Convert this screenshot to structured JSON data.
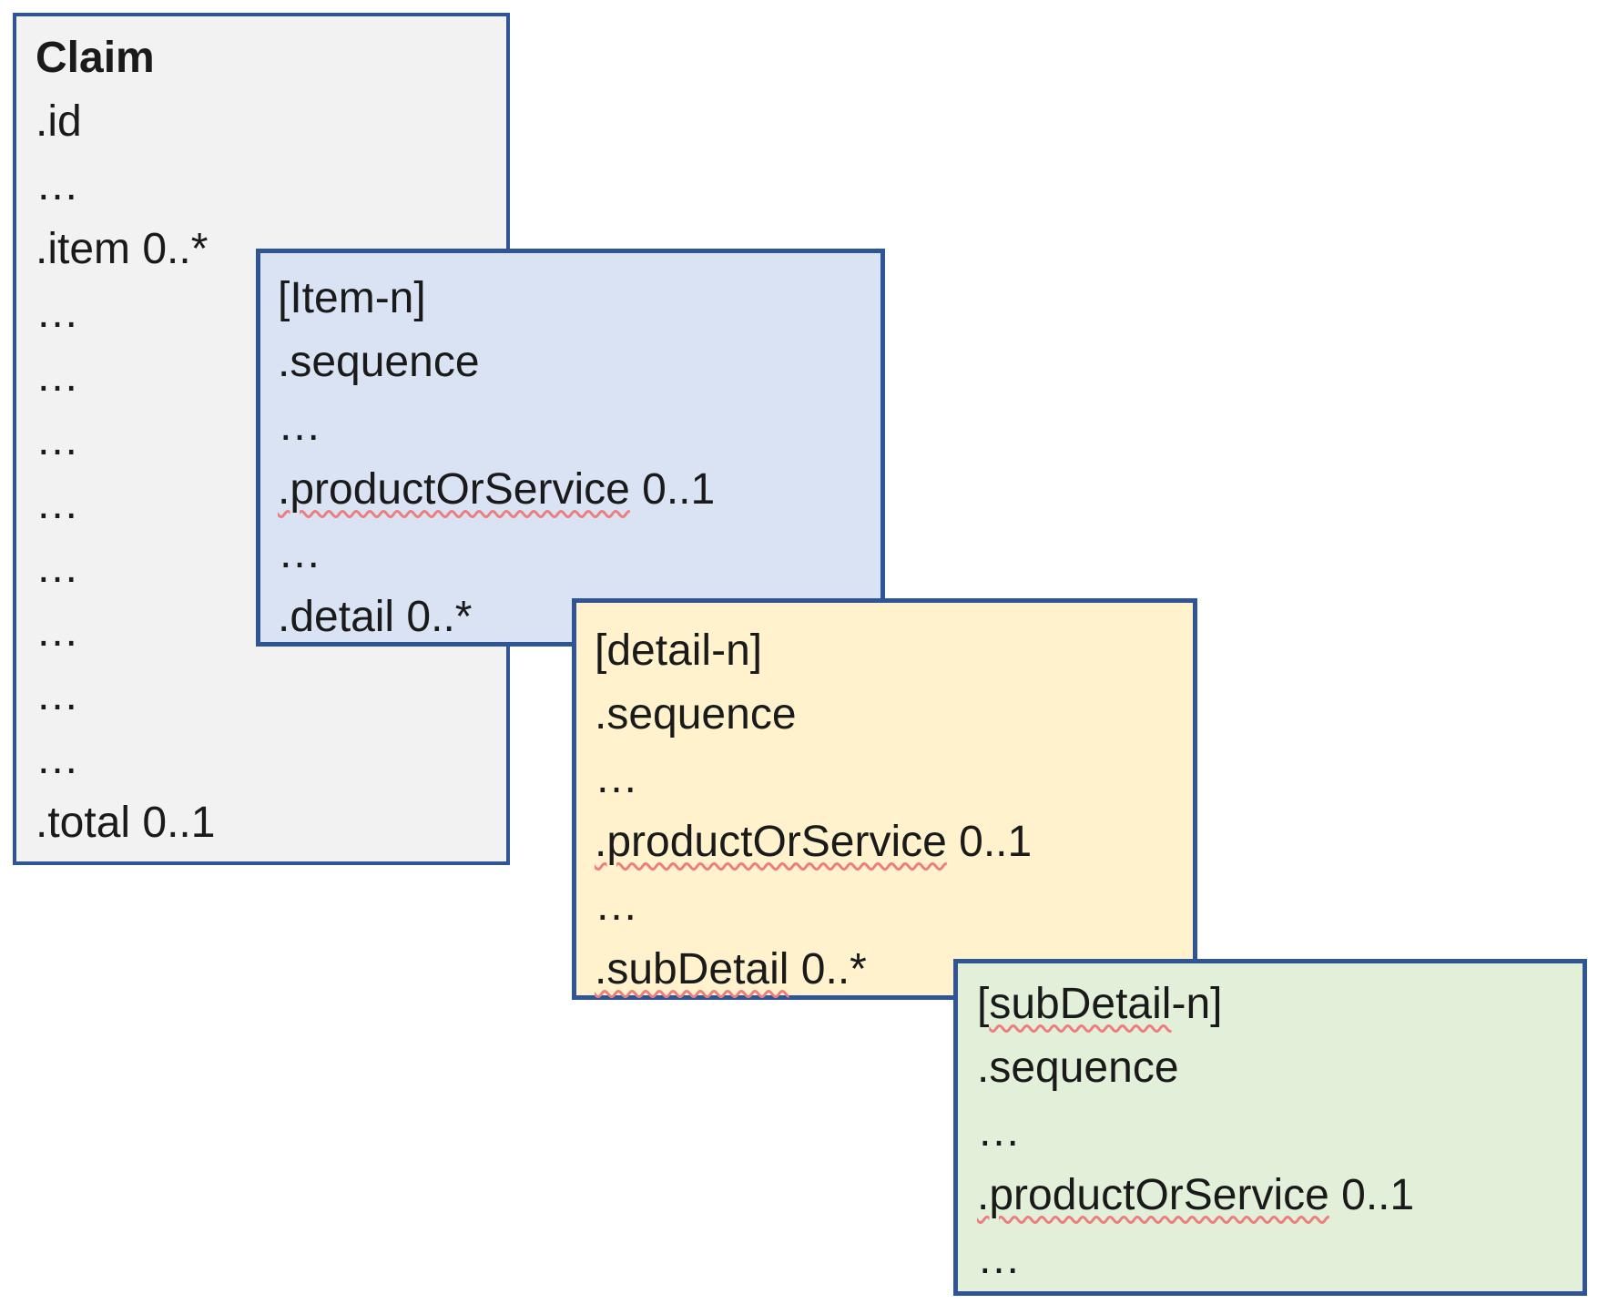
{
  "colors": {
    "background": "#ffffff",
    "border": "#2f5597",
    "text": "#1a1a1a",
    "squiggle": "#ee7d7d",
    "claim_fill": "#f2f2f2",
    "item_fill": "#dae3f3",
    "detail_fill": "#fff2cc",
    "subdetail_fill": "#e2efd9"
  },
  "boxes": [
    {
      "id": "claim",
      "fill_key": "claim_fill",
      "title": {
        "bold": true,
        "segments": [
          {
            "t": "Claim",
            "sq": false
          }
        ]
      },
      "lines": [
        {
          "segments": [
            {
              "t": ".id",
              "sq": false
            }
          ]
        },
        {
          "segments": [
            {
              "t": "…",
              "sq": false
            }
          ]
        },
        {
          "segments": [
            {
              "t": ".item 0..*",
              "sq": false
            }
          ]
        },
        {
          "segments": [
            {
              "t": "…",
              "sq": false
            }
          ]
        },
        {
          "segments": [
            {
              "t": "…",
              "sq": false
            }
          ]
        },
        {
          "segments": [
            {
              "t": "…",
              "sq": false
            }
          ]
        },
        {
          "segments": [
            {
              "t": "…",
              "sq": false
            }
          ]
        },
        {
          "segments": [
            {
              "t": "…",
              "sq": false
            }
          ]
        },
        {
          "segments": [
            {
              "t": "…",
              "sq": false
            }
          ]
        },
        {
          "segments": [
            {
              "t": "…",
              "sq": false
            }
          ]
        },
        {
          "segments": [
            {
              "t": "…",
              "sq": false
            }
          ]
        },
        {
          "segments": [
            {
              "t": ".total 0..1",
              "sq": false
            }
          ]
        }
      ]
    },
    {
      "id": "item",
      "fill_key": "item_fill",
      "title": {
        "bold": false,
        "segments": [
          {
            "t": "[Item-n]",
            "sq": false
          }
        ]
      },
      "lines": [
        {
          "segments": [
            {
              "t": ".sequence",
              "sq": false
            }
          ]
        },
        {
          "segments": [
            {
              "t": "…",
              "sq": false
            }
          ]
        },
        {
          "segments": [
            {
              "t": ".productOrService",
              "sq": true
            },
            {
              "t": " 0..1",
              "sq": false
            }
          ]
        },
        {
          "segments": [
            {
              "t": "…",
              "sq": false
            }
          ]
        },
        {
          "segments": [
            {
              "t": ".detail 0..*",
              "sq": false
            }
          ]
        }
      ]
    },
    {
      "id": "detail",
      "fill_key": "detail_fill",
      "title": {
        "bold": false,
        "segments": [
          {
            "t": "[detail-n]",
            "sq": false
          }
        ]
      },
      "lines": [
        {
          "segments": [
            {
              "t": ".sequence",
              "sq": false
            }
          ]
        },
        {
          "segments": [
            {
              "t": "…",
              "sq": false
            }
          ]
        },
        {
          "segments": [
            {
              "t": ".productOrService",
              "sq": true
            },
            {
              "t": " 0..1",
              "sq": false
            }
          ]
        },
        {
          "segments": [
            {
              "t": "…",
              "sq": false
            }
          ]
        },
        {
          "segments": [
            {
              "t": ".subDetail",
              "sq": true
            },
            {
              "t": " 0..*",
              "sq": false
            }
          ]
        }
      ]
    },
    {
      "id": "subdetail",
      "fill_key": "subdetail_fill",
      "title": {
        "bold": false,
        "segments": [
          {
            "t": "[",
            "sq": false
          },
          {
            "t": "subDetail",
            "sq": true
          },
          {
            "t": "-n]",
            "sq": false
          }
        ]
      },
      "lines": [
        {
          "segments": [
            {
              "t": ".sequence",
              "sq": false
            }
          ]
        },
        {
          "segments": [
            {
              "t": "…",
              "sq": false
            }
          ]
        },
        {
          "segments": [
            {
              "t": ".productOrService",
              "sq": true
            },
            {
              "t": " 0..1",
              "sq": false
            }
          ]
        },
        {
          "segments": [
            {
              "t": "…",
              "sq": false
            }
          ]
        }
      ]
    }
  ]
}
